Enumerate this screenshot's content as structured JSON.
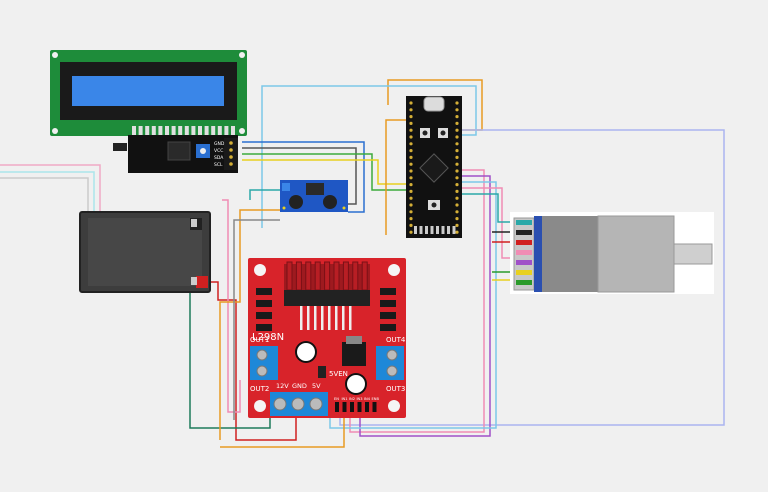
{
  "colors": {
    "background": "#f0f0f0",
    "lcd_pcb": "#1e8c3a",
    "lcd_screen": "#3a86e8",
    "driver_board": "#d8232a",
    "battery": "#3d3d3d",
    "mcu_board": "#111111",
    "regulator": "#1f57c4",
    "motor_body": "#8a8a8a",
    "motor_gear": "#b5b5b5",
    "terminal": "#1e88d8"
  },
  "icons": [
    "lcd-display-icon",
    "i2c-backpack-icon",
    "battery-icon",
    "buck-converter-icon",
    "microcontroller-board-icon",
    "motor-driver-icon",
    "dc-motor-icon",
    "potentiometer-icon",
    "usb-c-port-icon"
  ],
  "i2c": {
    "pins": [
      "GND",
      "VCC",
      "SDA",
      "SCL"
    ]
  },
  "driver": {
    "model": "L298N",
    "out1": "OUT1",
    "out2": "OUT2",
    "out3": "OUT3",
    "out4": "OUT4",
    "jumper": "5VEN",
    "power_labels": [
      "12V",
      "GND",
      "5V"
    ],
    "logic_pins": [
      "EN",
      "IN1",
      "IN2",
      "IN3",
      "IN4",
      "ENB"
    ]
  }
}
